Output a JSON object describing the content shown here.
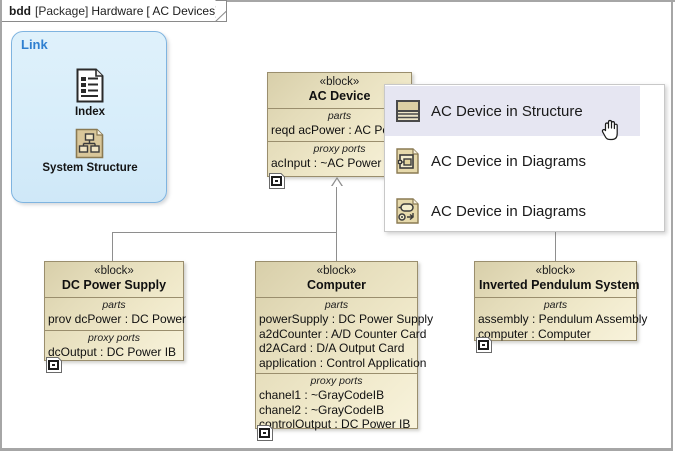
{
  "frame": {
    "keyword": "bdd",
    "package_label": "[Package]",
    "package_name": "Hardware",
    "view_name": "[ AC Devices]"
  },
  "link_panel": {
    "title": "Link",
    "items": [
      {
        "label": "Index",
        "icon": "document-list-icon"
      },
      {
        "label": "System Structure",
        "icon": "structure-tree-document-icon"
      }
    ]
  },
  "blocks": [
    {
      "id": "ac-device",
      "stereotype": "«block»",
      "name": "AC Device",
      "compartments": [
        {
          "title": "parts",
          "rows": [
            "reqd acPower : AC Po"
          ]
        },
        {
          "title": "proxy ports",
          "rows": [
            "acInput : ~AC Power I"
          ]
        }
      ]
    },
    {
      "id": "dc-power-supply",
      "stereotype": "«block»",
      "name": "DC Power Supply",
      "compartments": [
        {
          "title": "parts",
          "rows": [
            "prov dcPower : DC Power"
          ]
        },
        {
          "title": "proxy ports",
          "rows": [
            "dcOutput : DC Power IB"
          ]
        }
      ]
    },
    {
      "id": "computer",
      "stereotype": "«block»",
      "name": "Computer",
      "compartments": [
        {
          "title": "parts",
          "rows": [
            "powerSupply : DC Power Supply",
            "a2dCounter : A/D Counter Card",
            "d2ACard : D/A Output Card",
            "application : Control Application"
          ]
        },
        {
          "title": "proxy ports",
          "rows": [
            "chanel1 : ~GrayCodeIB",
            "chanel2 : ~GrayCodeIB",
            "controlOutput : DC Power IB"
          ]
        }
      ]
    },
    {
      "id": "inverted-pendulum-system",
      "stereotype": "«block»",
      "name": "Inverted Pendulum System",
      "compartments": [
        {
          "title": "parts",
          "rows": [
            "assembly : Pendulum Assembly",
            "computer : Computer"
          ]
        }
      ]
    }
  ],
  "popup_menu": {
    "items": [
      {
        "label": "AC Device in Structure",
        "icon": "structure-block-icon",
        "selected": true
      },
      {
        "label": "AC Device in Diagrams",
        "icon": "internal-block-diagram-icon",
        "selected": false
      },
      {
        "label": "AC Device in Diagrams",
        "icon": "parametric-diagram-icon",
        "selected": false
      }
    ]
  },
  "colors": {
    "block_fill": "#efe8c9",
    "block_border": "#9a8e6d",
    "link_panel_fill": "#d7edfa",
    "link_panel_border": "#7fb4e0",
    "link_title": "#2f7fd0",
    "menu_highlight": "#e6e6f2",
    "connector": "#8e8e8e",
    "canvas": "#ffffff"
  }
}
